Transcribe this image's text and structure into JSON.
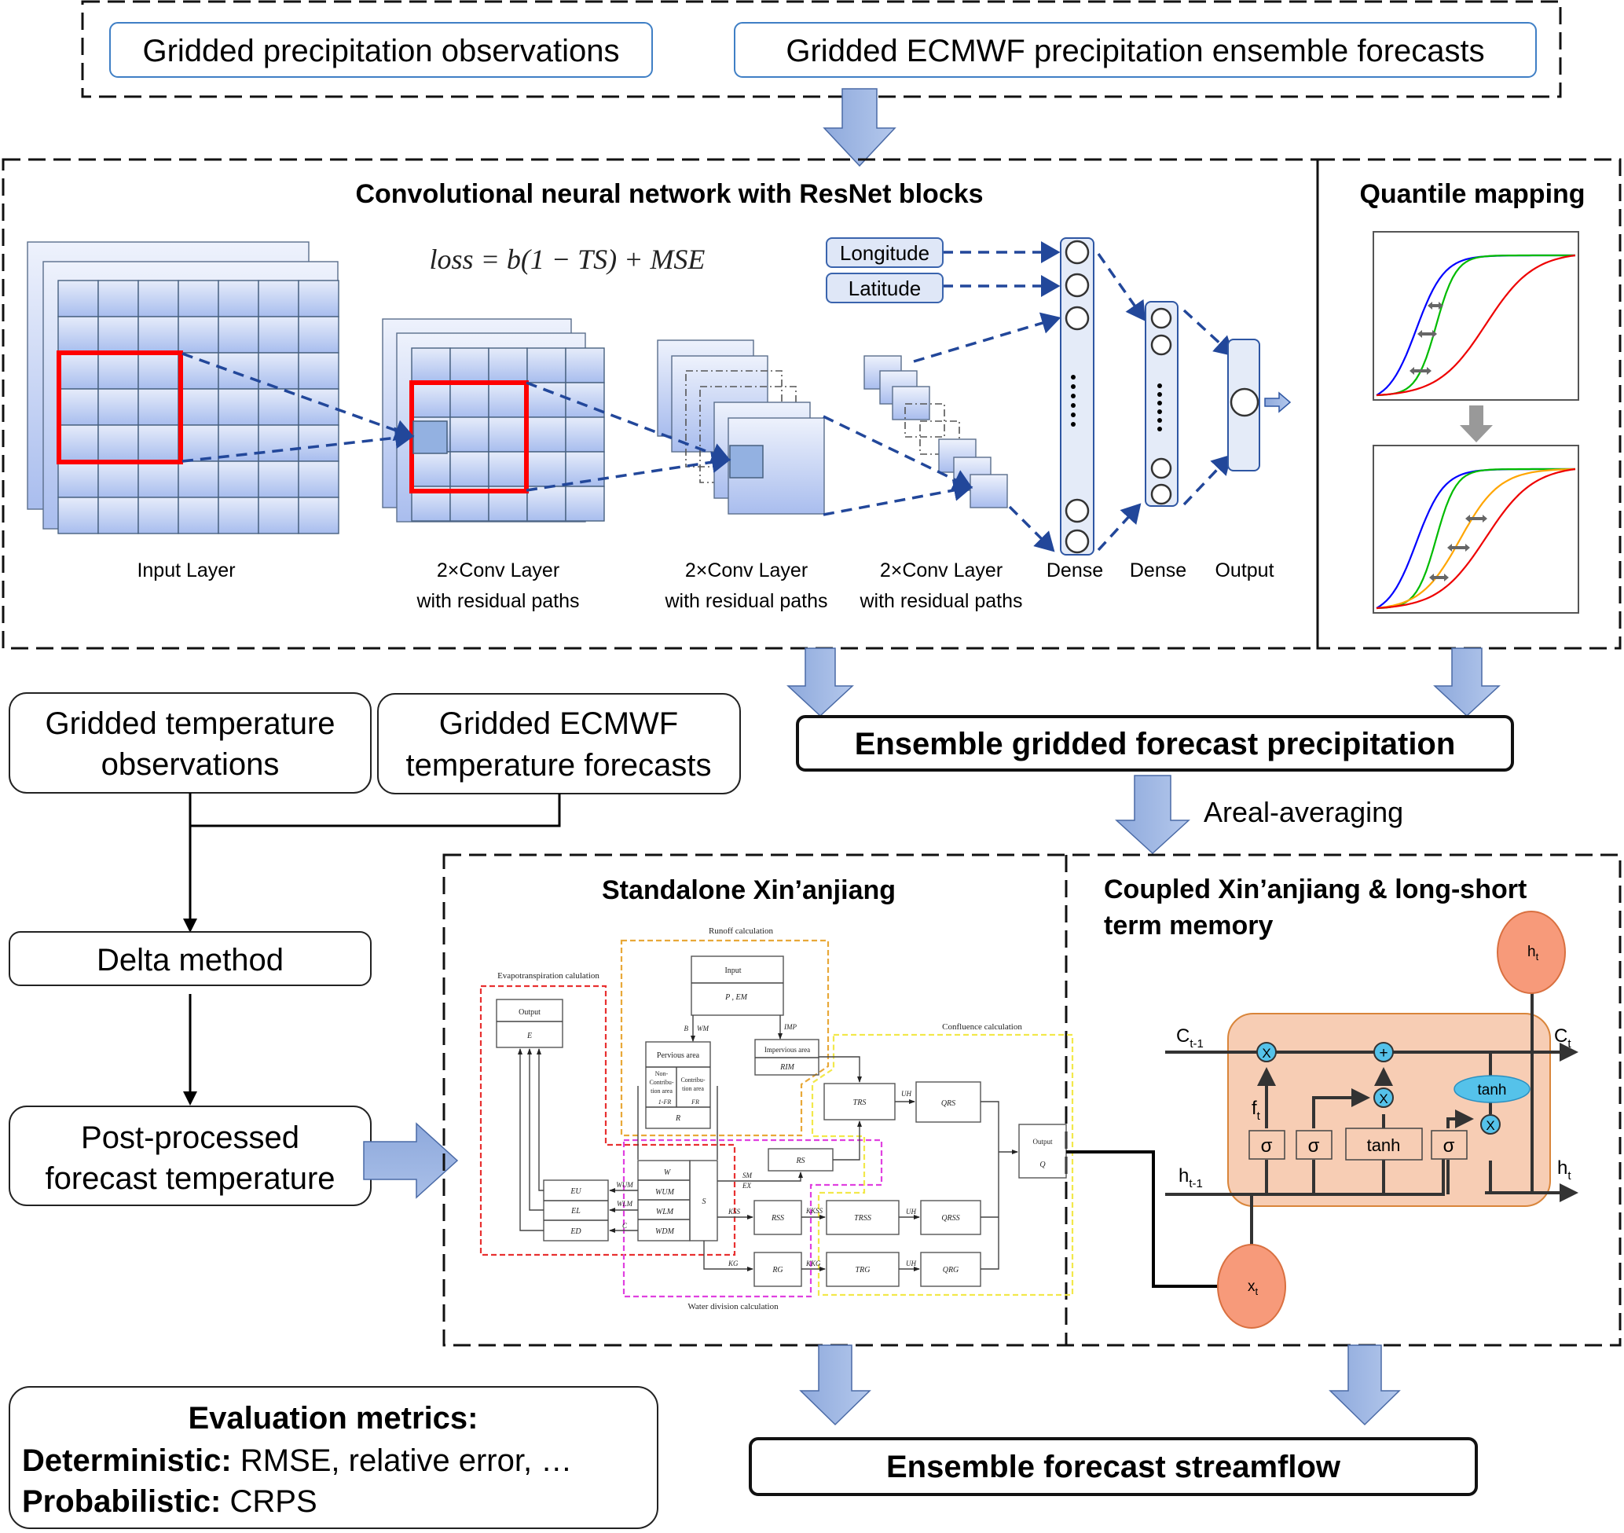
{
  "inputs_precip": {
    "observations": "Gridded precipitation observations",
    "ecmwf": "Gridded ECMWF precipitation ensemble forecasts"
  },
  "cnn": {
    "title": "Convolutional neural network with ResNet blocks",
    "loss_formula": "loss = b(1 − TS) + MSE",
    "aux_inputs": [
      "Longitude",
      "Latitude"
    ],
    "layer_labels": [
      {
        "line1": "Input Layer",
        "line2": ""
      },
      {
        "line1": "2×Conv Layer",
        "line2": "with residual paths"
      },
      {
        "line1": "2×Conv Layer",
        "line2": "with residual paths"
      },
      {
        "line1": "2×Conv Layer",
        "line2": "with residual paths"
      },
      {
        "line1": "Dense",
        "line2": ""
      },
      {
        "line1": "Dense",
        "line2": ""
      },
      {
        "line1": "Output",
        "line2": ""
      }
    ],
    "colors": {
      "kernel": "#ff0000",
      "connector": "#22479a"
    }
  },
  "quantile": {
    "title": "Quantile mapping",
    "before_curves": [
      "blue",
      "green",
      "red"
    ],
    "after_curves": [
      "blue",
      "green",
      "orange",
      "red"
    ],
    "colors": {
      "blue": "#0000ff",
      "green": "#00bb00",
      "red": "#ee0000",
      "orange": "#ffa500"
    }
  },
  "inputs_temp": {
    "observations_line1": "Gridded temperature",
    "observations_line2": "observations",
    "ecmwf_line1": "Gridded ECMWF",
    "ecmwf_line2": "temperature forecasts"
  },
  "delta_method": "Delta method",
  "post_processed_line1": "Post-processed",
  "post_processed_line2": "forecast temperature",
  "ensemble_precip": "Ensemble gridded forecast precipitation",
  "areal_averaging": "Areal-averaging",
  "xaj": {
    "title": "Standalone Xin’anjiang",
    "sections": {
      "runoff": "Runoff calculation",
      "evap": "Evapotranspiration calulation",
      "confluence": "Confluence calculation",
      "water_division": "Water division calculation"
    },
    "boxes": {
      "input": "Input",
      "input_vars": "P , EM",
      "output_e": "Output",
      "output_e_var": "E",
      "pervious": "Pervious area",
      "noncontrib_1": "Non-",
      "noncontrib_2": "Contribu-",
      "noncontrib_3": "tion area",
      "noncontrib_4": "1-FR",
      "contrib_1": "Contribu-",
      "contrib_2": "tion area",
      "contrib_3": "FR",
      "r": "R",
      "impervious": "Impervious area",
      "rim": "RIM",
      "w": "W",
      "wum": "WUM",
      "wlm": "WLM",
      "wdm": "WDM",
      "s": "S",
      "eu": "EU",
      "el": "EL",
      "ed": "ED",
      "rs": "RS",
      "rss": "RSS",
      "rg": "RG",
      "trs": "TRS",
      "trss": "TRSS",
      "trg": "TRG",
      "qrs": "QRS",
      "qrss": "QRSS",
      "qrg": "QRG",
      "output_q": "Output",
      "output_q_var": "Q"
    },
    "edge_labels": {
      "b": "B",
      "wm": "WM",
      "imp": "IMP",
      "sm": "SM",
      "ex": "EX",
      "kss": "KSS",
      "kg": "KG",
      "kkss": "KKSS",
      "kkg": "KKG",
      "uh": "UH",
      "wum": "WUM",
      "wlm": "WLM",
      "c": "C"
    },
    "colors": {
      "runoff": "#e8a838",
      "evap": "#e83030",
      "confluence": "#f2e84a",
      "water_division": "#e040e0"
    }
  },
  "lstm": {
    "title_line1": "Coupled Xin’anjiang & long-short",
    "title_line2": "term memory",
    "labels": {
      "c_prev": "C",
      "c_prev_sub": "t-1",
      "c_next": "C",
      "c_next_sub": "t",
      "h_prev": "h",
      "h_prev_sub": "t-1",
      "h_next": "h",
      "h_next_sub": "t",
      "h_out": "h",
      "h_out_sub": "t",
      "x_in": "x",
      "x_in_sub": "t",
      "f": "f",
      "f_sub": "t",
      "sigma": "σ",
      "tanh": "tanh",
      "mult": "X",
      "add": "+"
    },
    "colors": {
      "cell": "#f7cdb4",
      "io_node": "#f79a7a",
      "op_node": "#55c2ea"
    }
  },
  "evaluation": {
    "title": "Evaluation metrics:",
    "deterministic_label": "Deterministic:",
    "deterministic_value": " RMSE, relative error, …",
    "probabilistic_label": "Probabilistic:",
    "probabilistic_value": " CRPS"
  },
  "ensemble_streamflow": "Ensemble forecast streamflow"
}
